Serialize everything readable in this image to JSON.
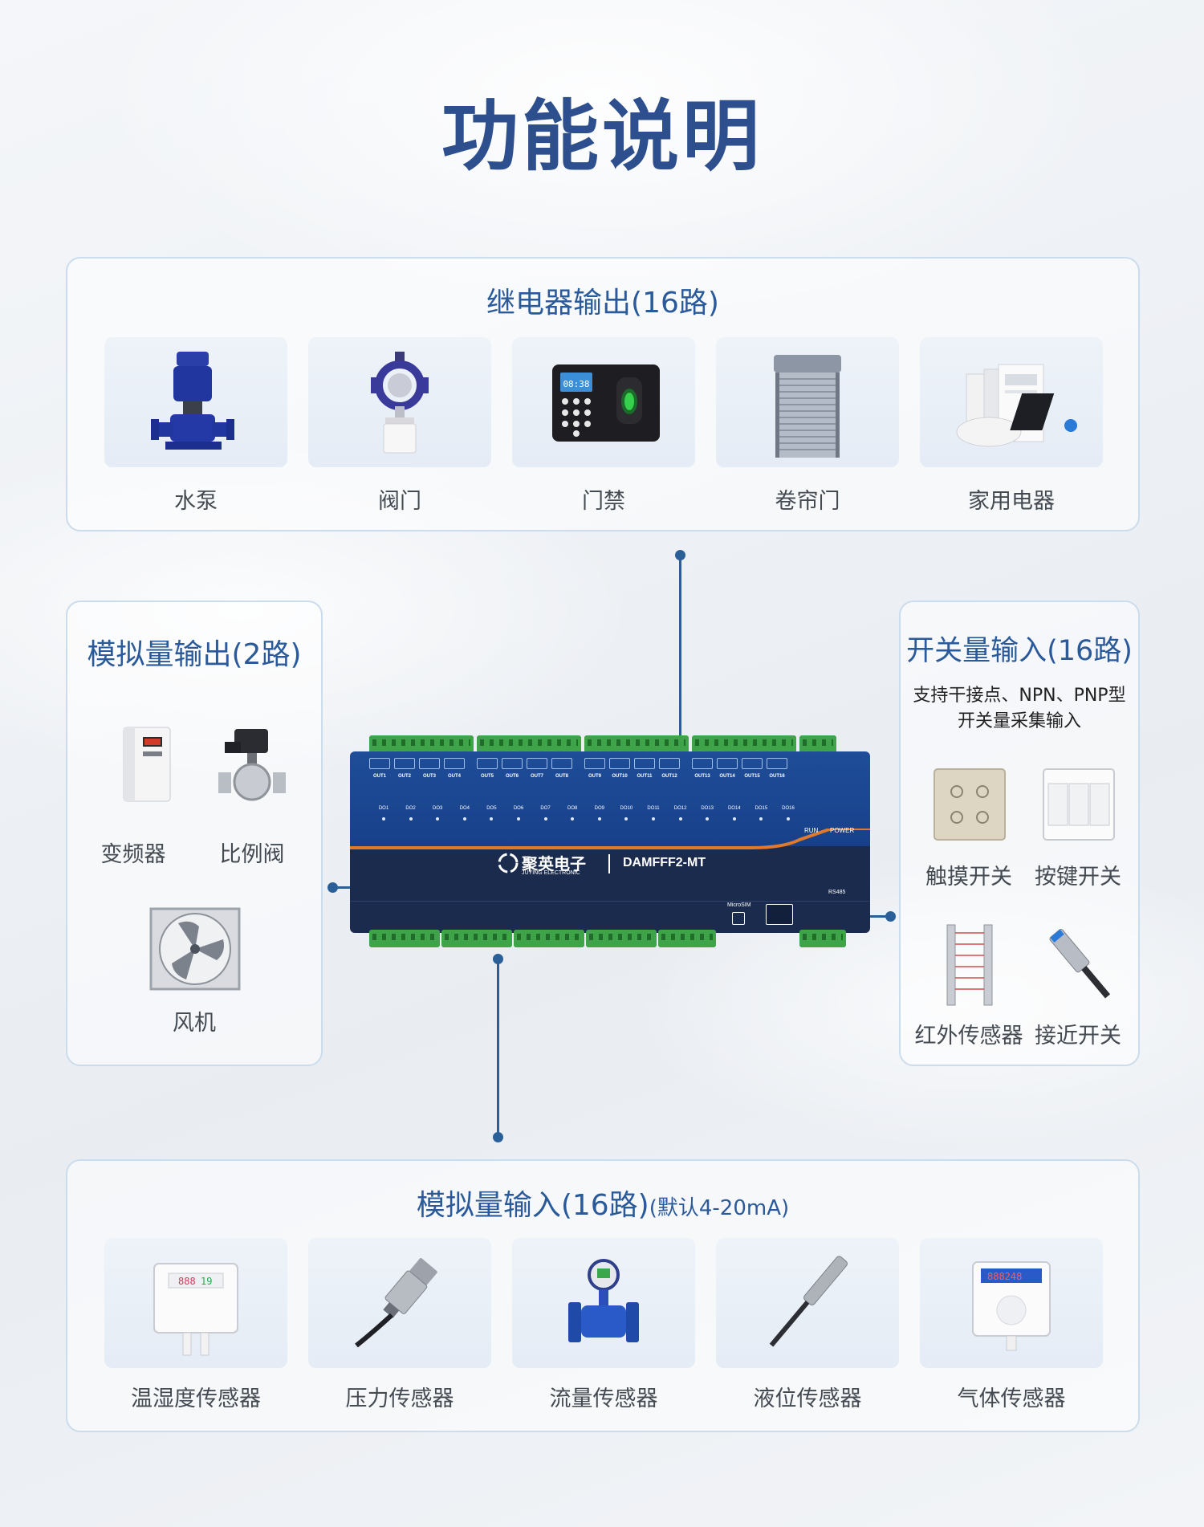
{
  "title": "功能说明",
  "relay_output": {
    "title": "继电器输出(16路)",
    "items": [
      {
        "label": "水泵",
        "icon": "water-pump-icon"
      },
      {
        "label": "阀门",
        "icon": "valve-icon"
      },
      {
        "label": "门禁",
        "icon": "access-control-icon"
      },
      {
        "label": "卷帘门",
        "icon": "rolling-door-icon"
      },
      {
        "label": "家用电器",
        "icon": "home-appliances-icon"
      }
    ]
  },
  "analog_output": {
    "title": "模拟量输出(2路)",
    "items": [
      {
        "label": "变频器",
        "icon": "frequency-converter-icon"
      },
      {
        "label": "比例阀",
        "icon": "proportional-valve-icon"
      },
      {
        "label": "风机",
        "icon": "fan-icon"
      }
    ]
  },
  "digital_input": {
    "title": "开关量输入(16路)",
    "subtitle_line1": "支持干接点、NPN、PNP型",
    "subtitle_line2": "开关量采集输入",
    "items": [
      {
        "label": "触摸开关",
        "icon": "touch-switch-icon"
      },
      {
        "label": "按键开关",
        "icon": "key-switch-icon"
      },
      {
        "label": "红外传感器",
        "icon": "infrared-sensor-icon"
      },
      {
        "label": "接近开关",
        "icon": "proximity-switch-icon"
      }
    ]
  },
  "analog_input": {
    "title": "模拟量输入(16路)",
    "note": "(默认4-20mA)",
    "items": [
      {
        "label": "温湿度传感器",
        "icon": "temp-humidity-sensor-icon"
      },
      {
        "label": "压力传感器",
        "icon": "pressure-sensor-icon"
      },
      {
        "label": "流量传感器",
        "icon": "flow-sensor-icon"
      },
      {
        "label": "液位传感器",
        "icon": "level-sensor-icon"
      },
      {
        "label": "气体传感器",
        "icon": "gas-sensor-icon"
      }
    ]
  },
  "device": {
    "brand": "聚英电子",
    "brand_en": "JUYING ELECTRONIC",
    "model": "DAMFFF2-MT",
    "out_labels": [
      "OUT1",
      "OUT2",
      "OUT3",
      "OUT4",
      "OUT5",
      "OUT6",
      "OUT7",
      "OUT8",
      "OUT9",
      "OUT10",
      "OUT11",
      "OUT12",
      "OUT13",
      "OUT14",
      "OUT15",
      "OUT16"
    ],
    "do_labels": [
      "DO1",
      "DO2",
      "DO3",
      "DO4",
      "DO5",
      "DO6",
      "DO7",
      "DO8",
      "DO9",
      "DO10",
      "DO11",
      "DO12",
      "DO13",
      "DO14",
      "DO15",
      "DO16"
    ],
    "run": "RUN",
    "power": "POWER",
    "microsim": "MicroSIM",
    "rs485": "RS485"
  },
  "colors": {
    "title": "#2d4f8e",
    "panel_title": "#2a5a9a",
    "connector": "#2b5f97",
    "device_blue": "#1f4d98",
    "device_dark": "#1b2b4e",
    "terminal_green": "#3fa34a",
    "accent_orange": "#e07a2a"
  }
}
